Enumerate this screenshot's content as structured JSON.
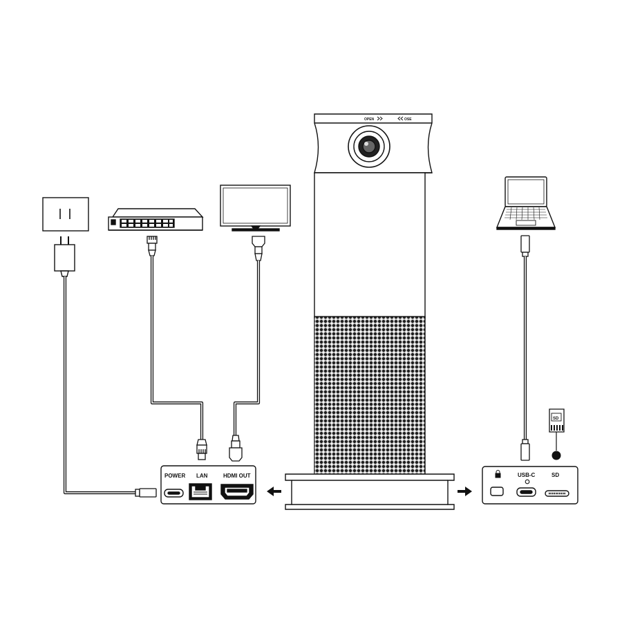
{
  "camera": {
    "open_label": "OPEN",
    "close_label": "OSE"
  },
  "rear_panel": {
    "ports": [
      {
        "label": "POWER"
      },
      {
        "label": "LAN"
      },
      {
        "label": "HDMI OUT"
      }
    ]
  },
  "side_panel": {
    "ports": [
      {
        "label": ""
      },
      {
        "label": "USB-C"
      },
      {
        "label": "SD"
      }
    ]
  },
  "sd_card": {
    "label": "SD"
  },
  "devices": [
    "power-outlet",
    "network-switch",
    "monitor",
    "laptop"
  ],
  "colors": {
    "stroke": "#111111",
    "fill": "#ffffff",
    "grille": "#1a1a1a"
  }
}
